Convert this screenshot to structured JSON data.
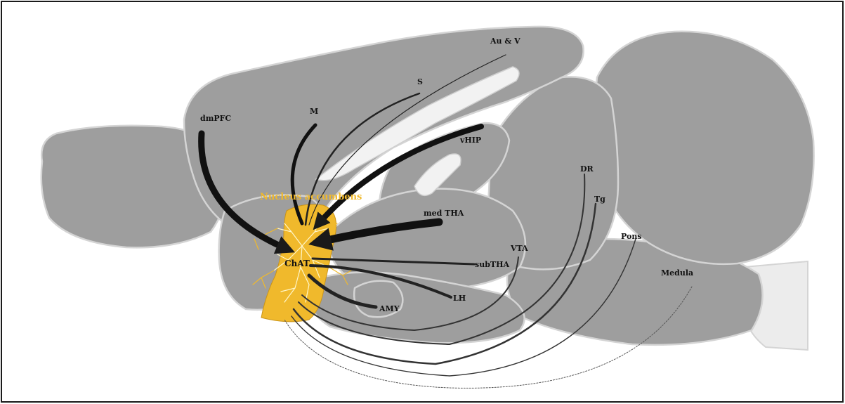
{
  "diagram": {
    "title": "",
    "colors": {
      "brain": "#9e9e9e",
      "outline": "#d4d4d4",
      "nucleus_accumbens": "#f0b92c",
      "projection": "#1a1a1a"
    },
    "labels": {
      "nucleus_accumbens": "Nucleus accumbens",
      "chat": "ChAT",
      "dmpfc": "dmPFC",
      "m": "M",
      "s": "S",
      "au_v": "Au & V",
      "vhip": "vHIP",
      "med_tha": "med THA",
      "subtha": "subTHA",
      "lh": "LH",
      "amy": "AMY",
      "vta": "VTA",
      "dr": "DR",
      "tg": "Tg",
      "pons": "Pons",
      "medula": "Medula"
    },
    "projections": [
      {
        "from": "dmPFC",
        "to": "Nucleus accumbens",
        "strength": "strong"
      },
      {
        "from": "M",
        "to": "Nucleus accumbens",
        "strength": "medium"
      },
      {
        "from": "S",
        "to": "Nucleus accumbens",
        "strength": "weak"
      },
      {
        "from": "Au & V",
        "to": "Nucleus accumbens",
        "strength": "very weak"
      },
      {
        "from": "vHIP",
        "to": "Nucleus accumbens",
        "strength": "strong"
      },
      {
        "from": "med THA",
        "to": "Nucleus accumbens",
        "strength": "very strong"
      },
      {
        "from": "subTHA",
        "to": "Nucleus accumbens",
        "strength": "weak"
      },
      {
        "from": "LH",
        "to": "Nucleus accumbens",
        "strength": "medium"
      },
      {
        "from": "AMY",
        "to": "Nucleus accumbens",
        "strength": "medium"
      },
      {
        "from": "VTA",
        "to": "Nucleus accumbens",
        "strength": "weak"
      },
      {
        "from": "DR",
        "to": "Nucleus accumbens",
        "strength": "weak"
      },
      {
        "from": "Tg",
        "to": "Nucleus accumbens",
        "strength": "weak"
      },
      {
        "from": "Pons",
        "to": "Nucleus accumbens",
        "strength": "very weak"
      },
      {
        "from": "Medula",
        "to": "Nucleus accumbens",
        "strength": "dotted"
      }
    ]
  }
}
